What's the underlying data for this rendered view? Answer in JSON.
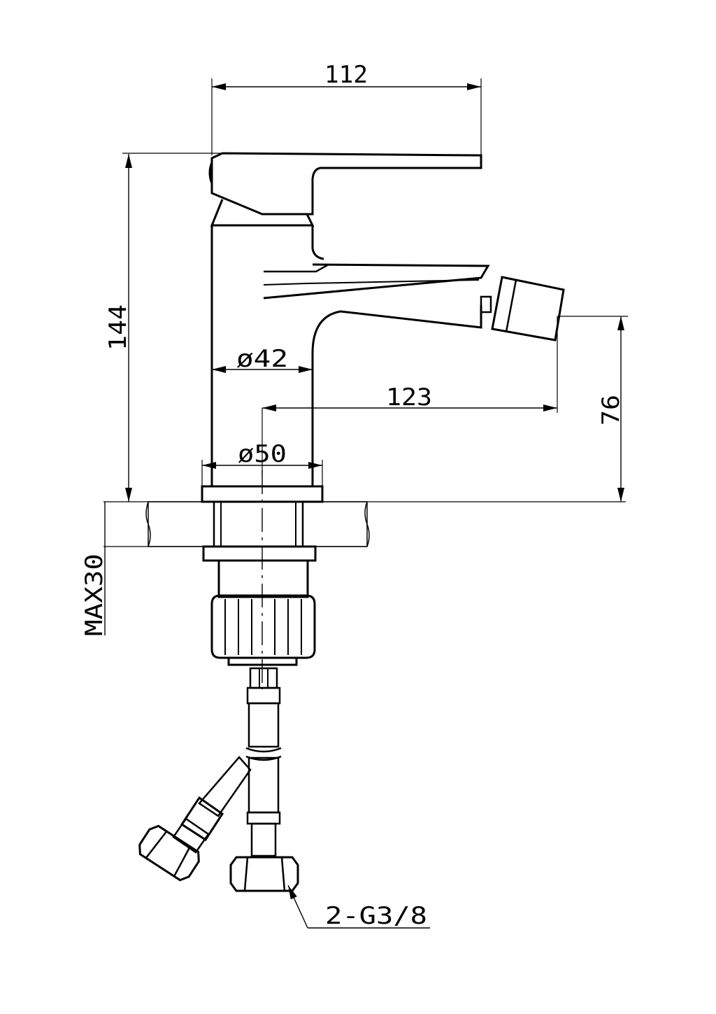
{
  "dimensions": {
    "width_top": "112",
    "height_total": "144",
    "diameter_body": "ø42",
    "spout_reach": "123",
    "spout_height": "76",
    "diameter_base": "ø50",
    "max_counter": "MAX30",
    "connection": "2-G3/8"
  },
  "colors": {
    "line": "#000000",
    "background": "#ffffff"
  }
}
